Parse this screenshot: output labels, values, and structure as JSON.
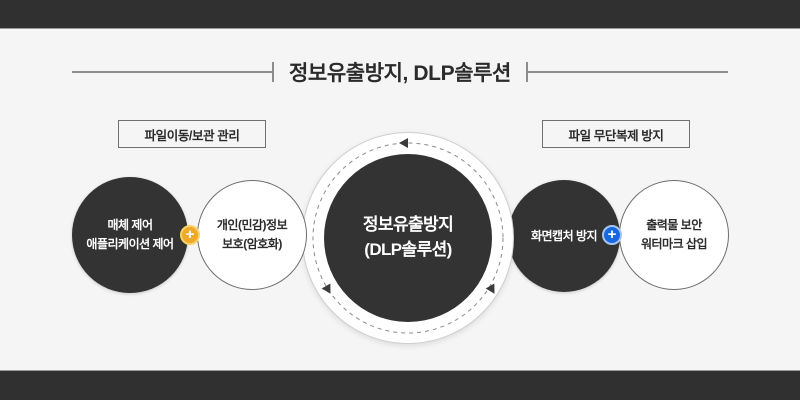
{
  "header": {
    "title": "정보유출방지, DLP솔루션"
  },
  "captions": {
    "left": "파일이동/보관 관리",
    "right": "파일 무단복제 방지"
  },
  "hub": {
    "line1": "정보유출방지",
    "line2": "(DLP솔루션)"
  },
  "nodes": [
    {
      "id": "media-control",
      "line1": "매체 제어",
      "line2": "애플리케이션 제어",
      "style": "dark"
    },
    {
      "id": "privacy-encrypt",
      "line1": "개인(민감)정보",
      "line2": "보호(암호화)",
      "style": "light"
    },
    {
      "id": "screen-capture",
      "line1": "화면캡처 방지",
      "line2": "",
      "style": "dark"
    },
    {
      "id": "print-watermark",
      "line1": "출력물 보안",
      "line2": "워터마크 삽입",
      "style": "light"
    }
  ],
  "badges": {
    "gold": {
      "glyph": "+",
      "color": "#f0a828"
    },
    "blue": {
      "glyph": "+",
      "color": "#1667e0"
    }
  },
  "colors": {
    "background": "#f5f5f5",
    "bar": "#303030",
    "dark_circle": "#333333",
    "rule": "#8d8d8d",
    "accent_gold": "#f0a828",
    "accent_blue": "#1667e0"
  }
}
